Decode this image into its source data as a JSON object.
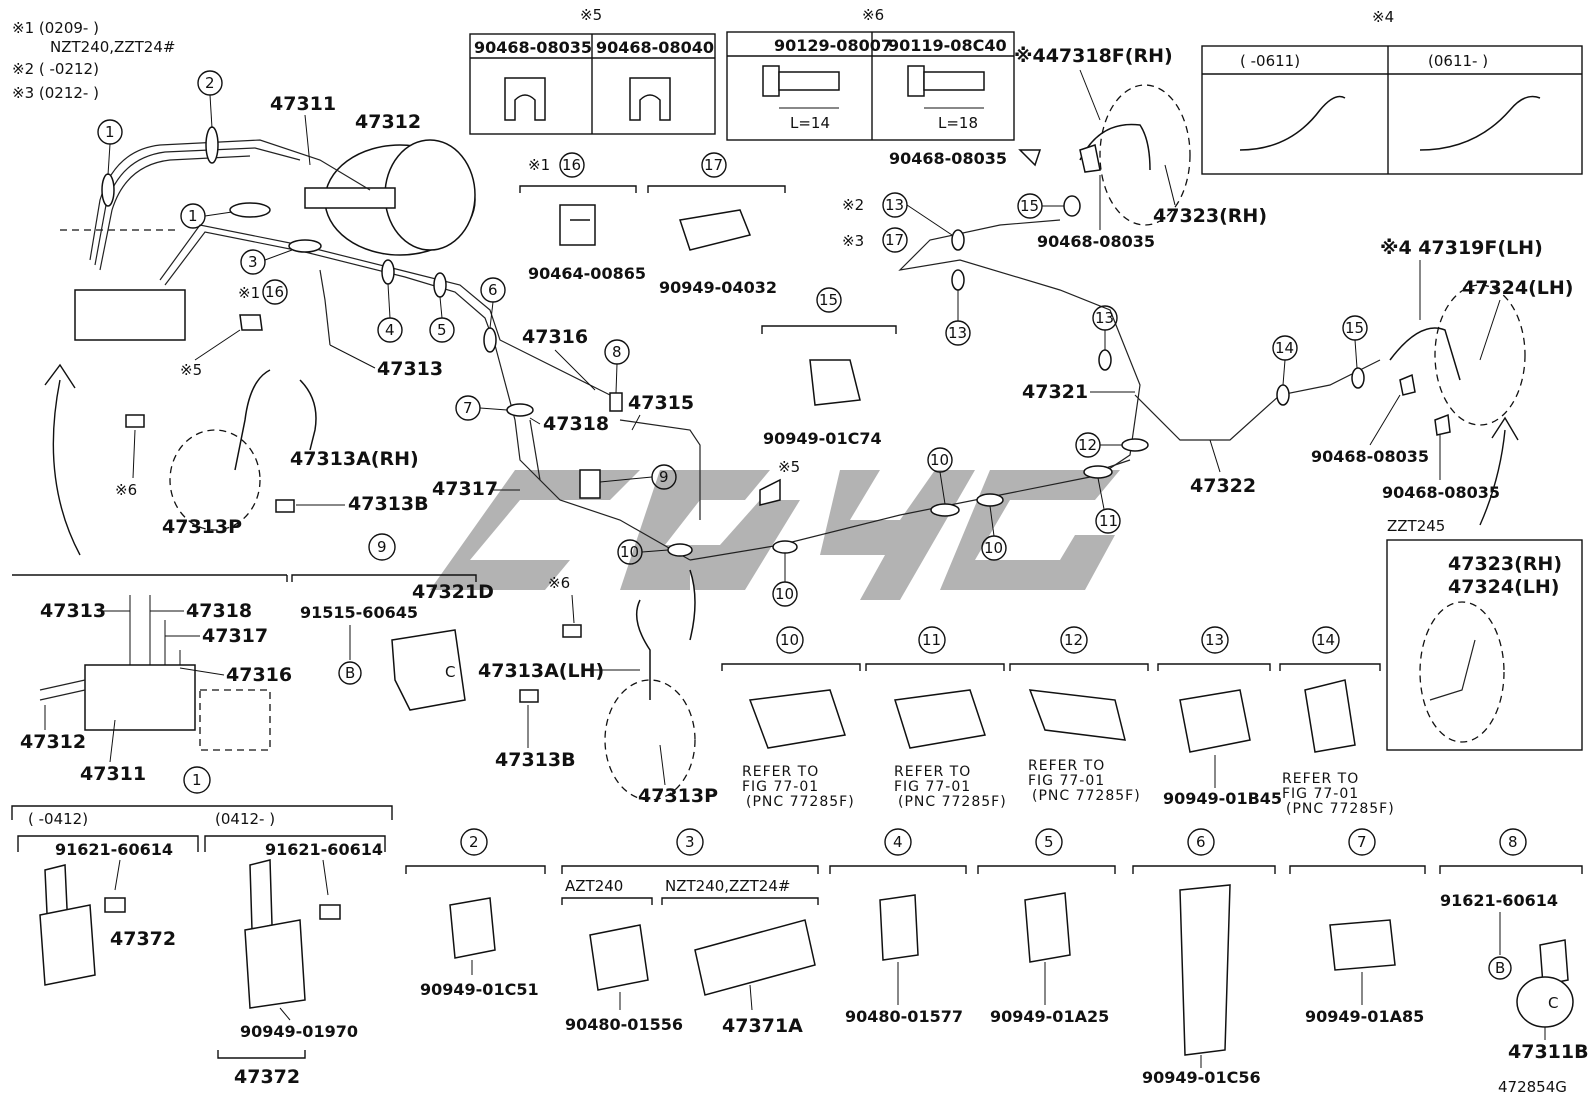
{
  "diagram_id": "472854G",
  "notes": {
    "n1_line1": "※1 (0209-        )",
    "n1_line2": "NZT240,ZZT24#",
    "n2": "※2 (        -0212)",
    "n3": "※3 (0212-        )"
  },
  "table5": {
    "mark": "※5",
    "col1": "90468-08035",
    "col2": "90468-08040"
  },
  "table6": {
    "mark": "※6",
    "col1": "90129-08007",
    "col2": "90119-08C40",
    "len1": "L=14",
    "len2": "L=18"
  },
  "table4": {
    "mark": "※4",
    "col1": "(        -0611)",
    "col2": "(0611-        )"
  },
  "main_labels": {
    "p47311": "47311",
    "p47312": "47312",
    "p47313": "47313",
    "p47313a_rh": "47313A(RH)",
    "p47313b": "47313B",
    "p47313p": "47313P",
    "p47316": "47316",
    "p47315": "47315",
    "p47318": "47318",
    "p47317": "47317",
    "p47318f": "※447318F(RH)",
    "p47323rh": "47323(RH)",
    "p47319f": "※4 47319F(LH)",
    "p47324lh": "47324(LH)",
    "p47321": "47321",
    "p47322": "47322",
    "p47313a_lh": "47313A(LH)",
    "p47313b_2": "47313B",
    "p47313p_2": "47313P",
    "p90468a": "90468-08035",
    "p90468b": "90468-08035",
    "p90468c": "90468-08035",
    "p90468d": "90468-08035",
    "p90464": "90464-00865",
    "p90949_04032": "90949-04032",
    "p90949_01c74": "90949-01C74",
    "mark5": "※5",
    "mark6": "※6",
    "mark6b": "※6",
    "mark1": "※1",
    "mark1b": "※1",
    "mark2": "※2",
    "mark3": "※3",
    "mark5b": "※5"
  },
  "detail_connector": {
    "p47313": "47313",
    "p47318": "47318",
    "p47317": "47317",
    "p47316": "47316",
    "p47312": "47312",
    "p47311": "47311"
  },
  "detail9": {
    "num": "9",
    "p91515": "91515-60645",
    "p47321d": "47321D",
    "b": "B",
    "c": "C"
  },
  "zzt245": {
    "label": "ZZT245",
    "rh": "47323(RH)",
    "lh": "47324(LH)"
  },
  "clips_mid": [
    {
      "num": "10",
      "text": "REFER TO\nFIG 77-01\n(PNC 77285F)"
    },
    {
      "num": "11",
      "text": "REFER TO\nFIG 77-01\n(PNC 77285F)"
    },
    {
      "num": "12",
      "text": "REFER TO\nFIG 77-01\n(PNC 77285F)"
    },
    {
      "num": "13",
      "part": "90949-01B45"
    },
    {
      "num": "14",
      "text": "REFER TO\nFIG 77-01\n(PNC 77285F)"
    }
  ],
  "clip1": {
    "num": "1",
    "c1": "(        -0412)",
    "c2": "(0412-        )",
    "bolt1": "91621-60614",
    "bolt2": "91621-60614",
    "p47372a": "47372",
    "p90949_01970": "90949-01970",
    "p47372b": "47372"
  },
  "clips_bottom": [
    {
      "num": "2",
      "part": "90949-01C51"
    },
    {
      "num": "3",
      "sub1": "AZT240",
      "sub2": "NZT240,ZZT24#",
      "part1": "90480-01556",
      "part2": "47371A"
    },
    {
      "num": "4",
      "part": "90480-01577"
    },
    {
      "num": "5",
      "part": "90949-01A25"
    },
    {
      "num": "6",
      "part": "90949-01C56"
    },
    {
      "num": "7",
      "part": "90949-01A85"
    },
    {
      "num": "8",
      "bolt": "91621-60614",
      "b": "B",
      "c": "C",
      "part": "47311B"
    }
  ],
  "callouts": {
    "c1a": "1",
    "c2": "2",
    "c1b": "1",
    "c3": "3",
    "c16": "16",
    "c4": "4",
    "c5": "5",
    "c6": "6",
    "c7": "7",
    "c8": "8",
    "c9": "9",
    "c10a": "10",
    "c10b": "10",
    "c10c": "10",
    "c10d": "10",
    "c11": "11",
    "c12": "12",
    "c13a": "13",
    "c13b": "13",
    "c13c": "13",
    "c14": "14",
    "c15a": "15",
    "c15b": "15",
    "c15c": "15",
    "c16b": "16",
    "c17a": "17",
    "c17b": "17"
  }
}
